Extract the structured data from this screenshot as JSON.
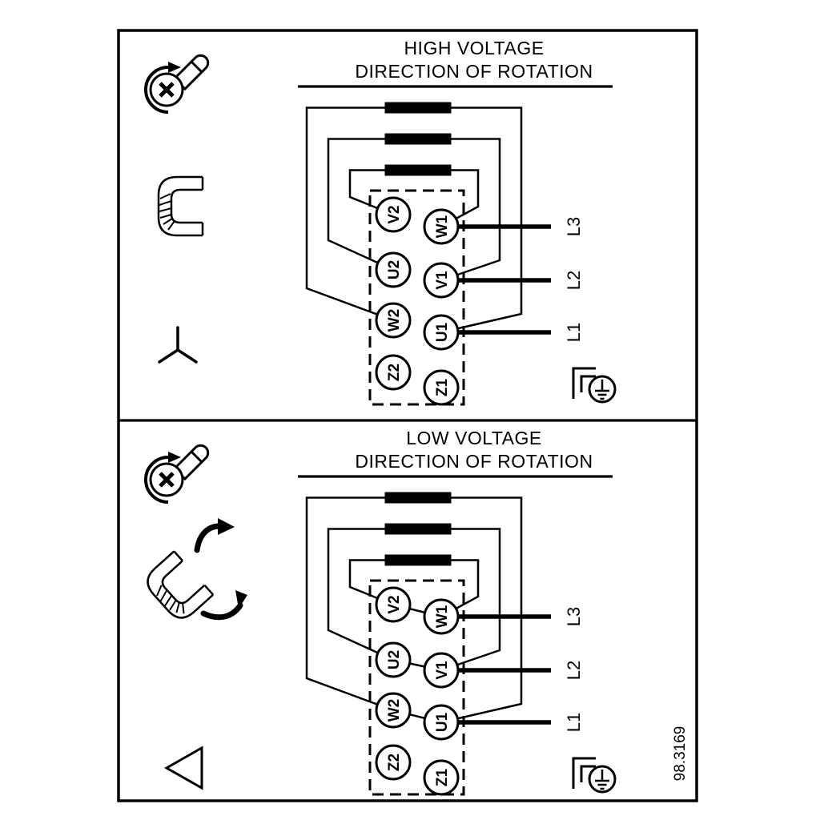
{
  "colors": {
    "line": "#000000",
    "background": "#ffffff"
  },
  "figure_number": "98.3169",
  "panels": {
    "high": {
      "title": "HIGH VOLTAGE",
      "subtitle": "DIRECTION OF ROTATION",
      "terminals_left": [
        "V2",
        "U2",
        "W2",
        "Z2"
      ],
      "terminals_right": [
        "W1",
        "V1",
        "U1",
        "Z1"
      ],
      "phase_labels": [
        "L3",
        "L2",
        "L1"
      ]
    },
    "low": {
      "title": "LOW VOLTAGE",
      "subtitle": "DIRECTION OF ROTATION",
      "terminals_left": [
        "V2",
        "U2",
        "W2",
        "Z2"
      ],
      "terminals_right": [
        "W1",
        "V1",
        "U1",
        "Z1"
      ],
      "phase_labels": [
        "L3",
        "L2",
        "L1"
      ]
    }
  },
  "icons": [
    "screw-rotation-icon",
    "jumper-bracket-icon",
    "star-connection-icon",
    "jumper-remove-icon",
    "delta-connection-icon",
    "ground-terminal-icon"
  ]
}
